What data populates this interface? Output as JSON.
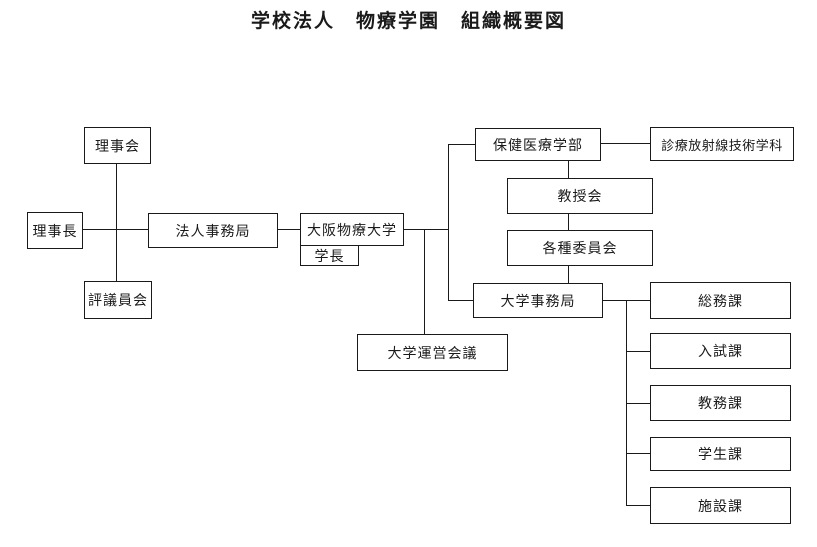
{
  "title": "学校法人　物療学園　組織概要図",
  "diagram": {
    "type": "org-chart",
    "nodes": {
      "board_of_directors": {
        "label": "理事会"
      },
      "chairman": {
        "label": "理事長"
      },
      "council": {
        "label": "評議員会"
      },
      "corporate_office": {
        "label": "法人事務局"
      },
      "university": {
        "label": "大阪物療大学"
      },
      "president": {
        "label": "学長"
      },
      "faculty_health_medical": {
        "label": "保健医療学部"
      },
      "dept_radiological_technology": {
        "label": "診療放射線技術学科"
      },
      "faculty_council": {
        "label": "教授会"
      },
      "committees": {
        "label": "各種委員会"
      },
      "university_office": {
        "label": "大学事務局"
      },
      "university_management_council": {
        "label": "大学運営会議"
      },
      "general_affairs_section": {
        "label": "総務課"
      },
      "admissions_section": {
        "label": "入試課"
      },
      "academic_affairs_section": {
        "label": "教務課"
      },
      "student_affairs_section": {
        "label": "学生課"
      },
      "facilities_section": {
        "label": "施設課"
      }
    },
    "edges": [
      "理事会-評議員会 (縦線、理事長-法人事務局の横線と交差)",
      "理事長-法人事務局",
      "法人事務局-大阪物療大学",
      "大阪物療大学-保健医療学部",
      "大阪物療大学-大学事務局",
      "大阪物療大学-大学運営会議",
      "保健医療学部-診療放射線技術学科",
      "保健医療学部-教授会",
      "教授会-各種委員会",
      "各種委員会-大学事務局",
      "大学事務局-総務課",
      "大学事務局-入試課",
      "大学事務局-教務課",
      "大学事務局-学生課",
      "大学事務局-施設課"
    ]
  },
  "colors": {
    "line": "#1a1a1a",
    "text": "#1a1a1a",
    "background": "#ffffff"
  }
}
